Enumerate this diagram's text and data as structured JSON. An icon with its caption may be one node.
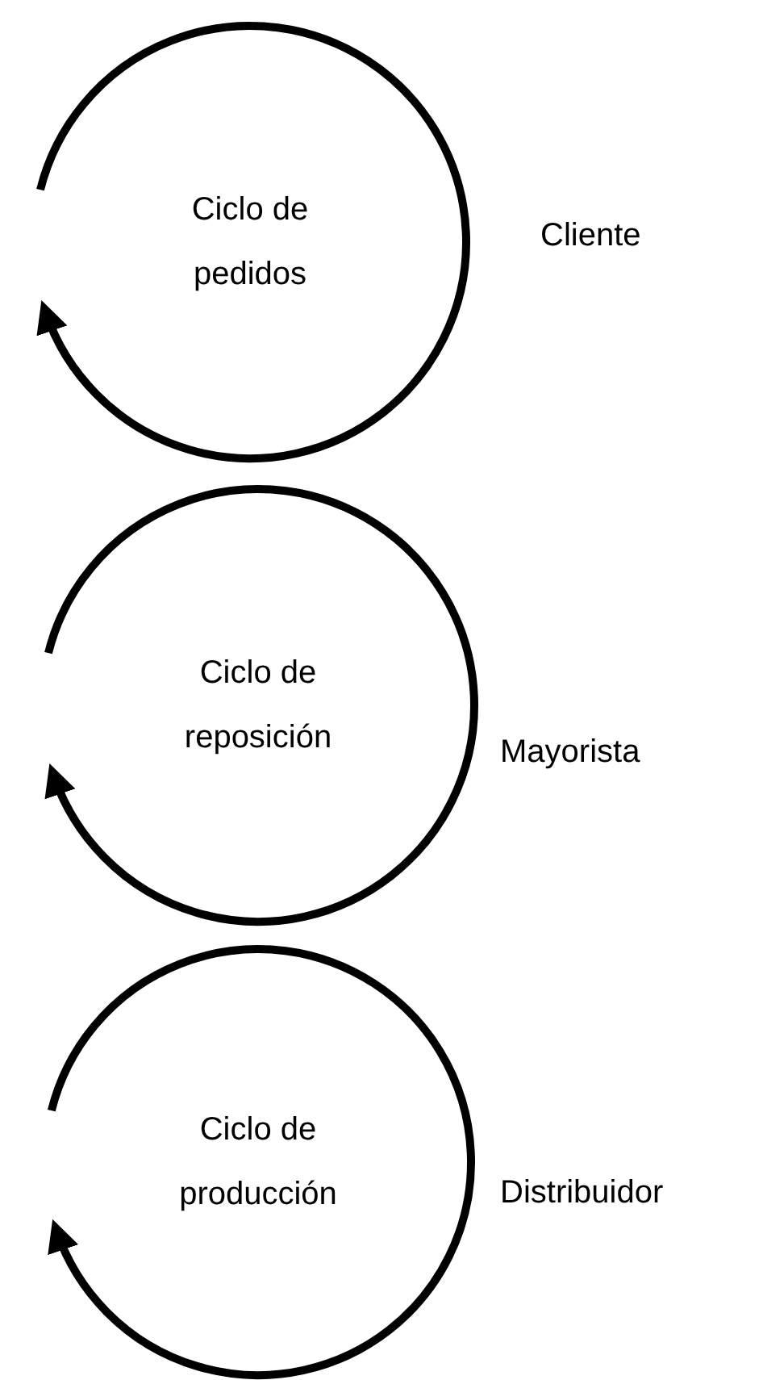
{
  "diagram": {
    "nodes": [
      {
        "text": [
          "Ciclo de pedidos"
        ]
      },
      {
        "text": [
          "Ciclo de reposición"
        ]
      },
      {
        "text": [
          "Ciclo de producción"
        ]
      }
    ],
    "labels": [
      "Cliente",
      "Mayorista",
      "Distribuidor"
    ]
  }
}
